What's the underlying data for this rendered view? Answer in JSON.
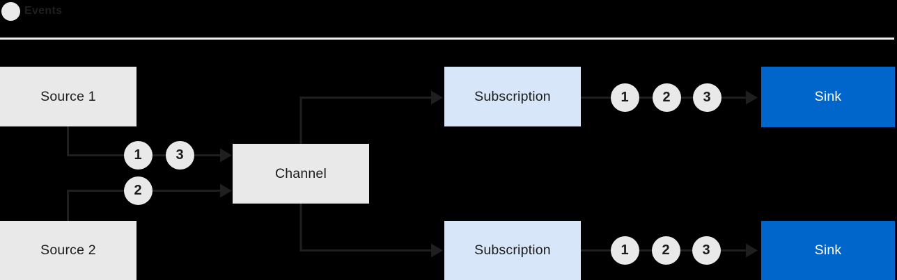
{
  "page": {
    "background": "#000000"
  },
  "legend": {
    "label": "Events"
  },
  "colors": {
    "node_gray": "#e9e9e9",
    "subscription_blue": "#d7e7f9",
    "sink_blue": "#0066cc",
    "line_dark": "#1f1f1f",
    "text_dark": "#1b1b1b",
    "sink_text": "#ffffff",
    "separator": "#f0f0f0"
  },
  "nodes": {
    "source1": "Source 1",
    "source2": "Source 2",
    "channel": "Channel",
    "subscription_top": "Subscription",
    "subscription_bottom": "Subscription",
    "sink_top": "Sink",
    "sink_bottom": "Sink"
  },
  "events": {
    "source1_to_channel": [
      "1",
      "3"
    ],
    "source2_to_channel": [
      "2"
    ],
    "subscription_top_to_sink": [
      "1",
      "2",
      "3"
    ],
    "subscription_bottom_to_sink": [
      "1",
      "2",
      "3"
    ]
  }
}
